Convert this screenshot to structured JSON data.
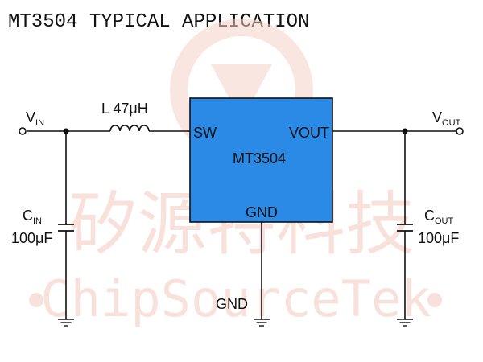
{
  "title": "MT3504 TYPICAL APPLICATION",
  "watermark": {
    "cn": "矽源特科技",
    "en": "ChipSourceTek"
  },
  "ic": {
    "name": "MT3504",
    "pin_sw": "SW",
    "pin_vout": "VOUT",
    "pin_gnd": "GND",
    "color": "#2b8ae6"
  },
  "inductor": {
    "label": "L 47μH"
  },
  "vin": {
    "main": "V",
    "sub": "IN"
  },
  "vout": {
    "main": "V",
    "sub": "OUT"
  },
  "cin": {
    "main": "C",
    "sub": "IN",
    "value": "100μF"
  },
  "cout": {
    "main": "C",
    "sub": "OUT",
    "value": "100μF"
  },
  "gnd_label": "GND"
}
